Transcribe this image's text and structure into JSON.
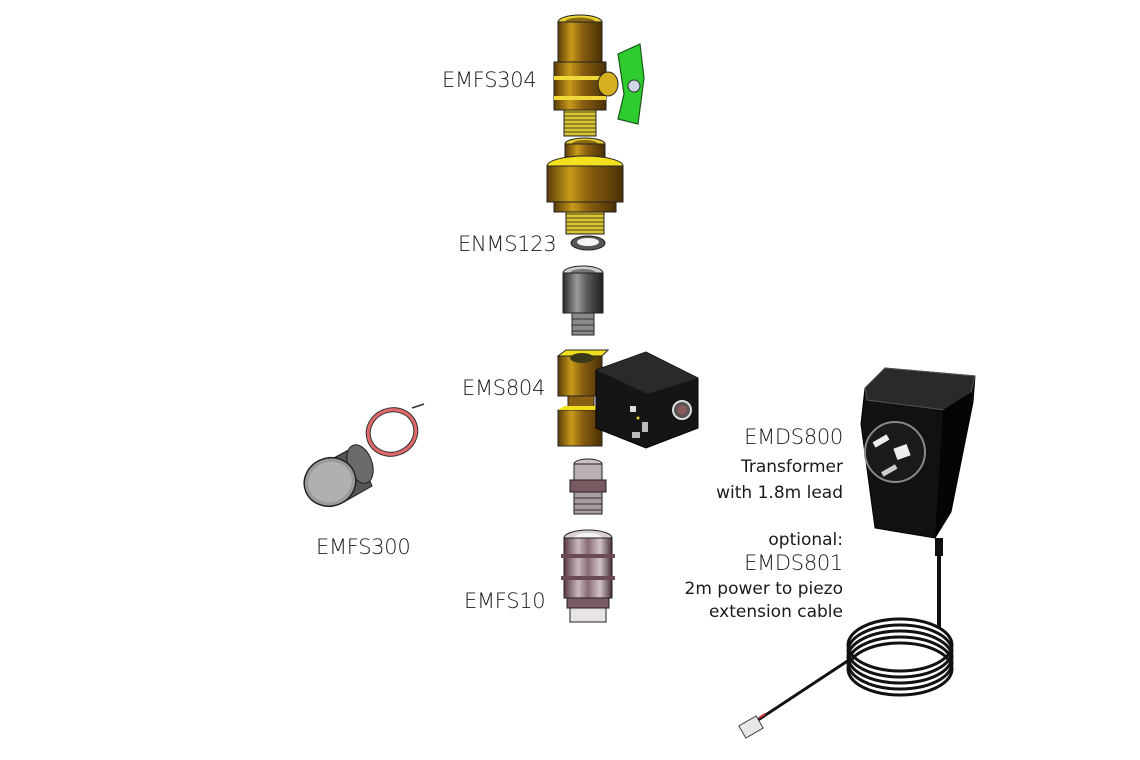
{
  "diagram": {
    "type": "exploded-assembly",
    "colors": {
      "brass": "#b8860b",
      "brass_highlight": "#f2e01e",
      "brass_dark": "#6b4a10",
      "handle_green": "#2ecc2e",
      "steel": "#8a8a8a",
      "black_plastic": "#151515",
      "gasket_red": "#e06a6a",
      "chrome_pink": "#9c7a80"
    },
    "parts": [
      {
        "code": "EMFS304",
        "icon": "ball-valve-icon"
      },
      {
        "code": "ENMS123",
        "icon": "washer-icon"
      },
      {
        "code": "EMS804",
        "icon": "solenoid-valve-icon"
      },
      {
        "code": "EMFS300",
        "icon": "filter-screen-icon"
      },
      {
        "code": "EMFS10",
        "icon": "flow-fitting-icon"
      }
    ],
    "transformer": {
      "code": "EMDS800",
      "line1": "Transformer",
      "line2": "with 1.8m lead",
      "optional_label": "optional:",
      "optional_code": "EMDS801",
      "optional_line1": "2m power to piezo",
      "optional_line2": "extension cable"
    }
  }
}
